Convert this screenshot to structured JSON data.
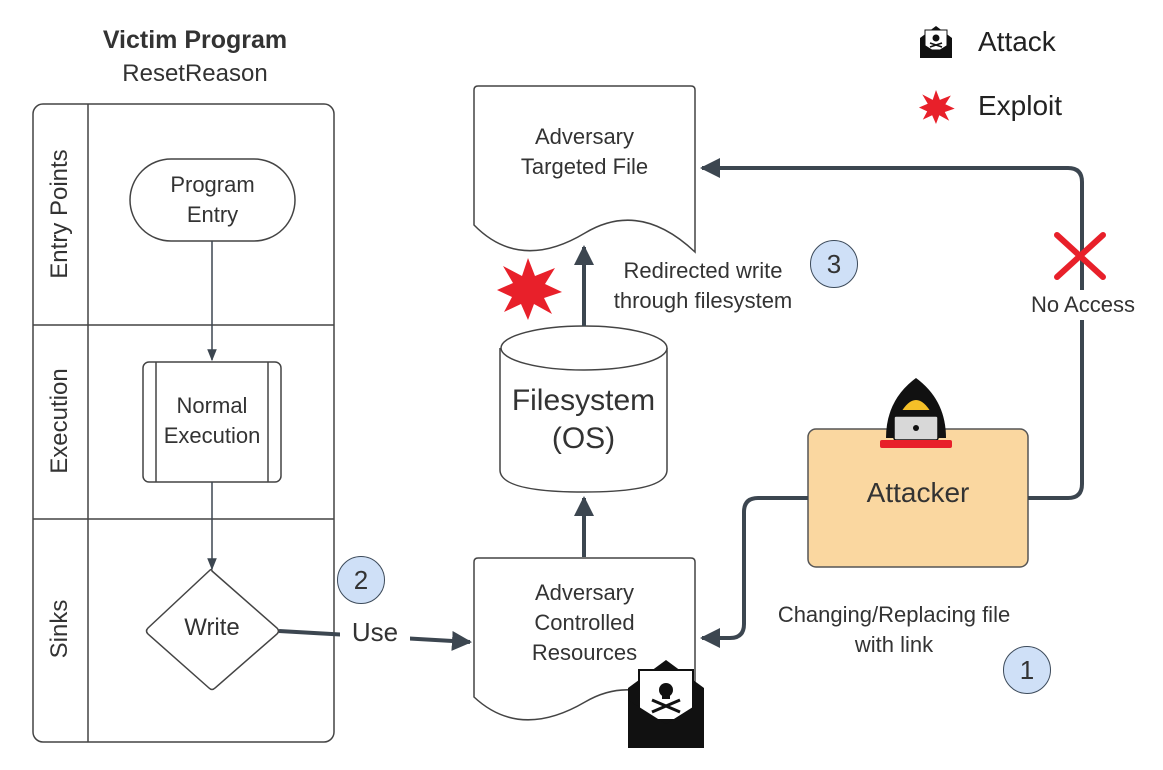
{
  "victim": {
    "title": "Victim Program",
    "subtitle": "ResetReason",
    "lanes": [
      "Entry Points",
      "Execution",
      "Sinks"
    ],
    "nodes": {
      "entry": [
        "Program",
        "Entry"
      ],
      "normal": [
        "Normal",
        "Execution"
      ],
      "write": "Write"
    }
  },
  "use_label": "Use",
  "targeted_file": [
    "Adversary",
    "Targeted File"
  ],
  "filesystem": [
    "Filesystem",
    "(OS)"
  ],
  "controlled_resources": [
    "Adversary",
    "Controlled",
    "Resources"
  ],
  "attacker": "Attacker",
  "redirect_label": [
    "Redirected write",
    "through filesystem"
  ],
  "no_access_label": "No Access",
  "changing_label": [
    "Changing/Replacing file",
    "with link"
  ],
  "steps": [
    "1",
    "2",
    "3"
  ],
  "legend": {
    "attack": "Attack",
    "exploit": "Exploit"
  },
  "icons": {
    "attack": "skull-envelope-icon",
    "exploit": "explosion-icon",
    "blocked": "red-x-icon",
    "hacker": "hooded-hacker-icon"
  },
  "colors": {
    "line": "#3c4650",
    "attacker_fill": "#fad7a0",
    "badge_fill": "#cfe0f7",
    "exploit_red": "#e8202a"
  }
}
